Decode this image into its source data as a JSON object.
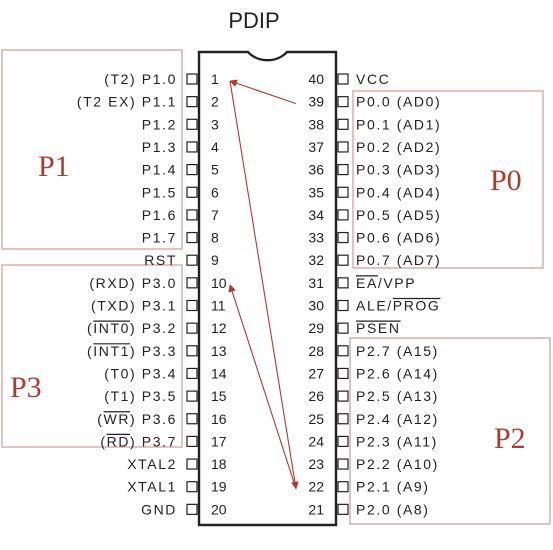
{
  "title": "PDIP",
  "colors": {
    "accent": "#b03a2e",
    "ink": "#222222",
    "box": "#d49a94"
  },
  "left_pins": [
    {
      "num": "1",
      "name": "P1.0",
      "alt": "(T2)"
    },
    {
      "num": "2",
      "name": "P1.1",
      "alt": "(T2 EX)"
    },
    {
      "num": "3",
      "name": "P1.2",
      "alt": ""
    },
    {
      "num": "4",
      "name": "P1.3",
      "alt": ""
    },
    {
      "num": "5",
      "name": "P1.4",
      "alt": ""
    },
    {
      "num": "6",
      "name": "P1.5",
      "alt": ""
    },
    {
      "num": "7",
      "name": "P1.6",
      "alt": ""
    },
    {
      "num": "8",
      "name": "P1.7",
      "alt": ""
    },
    {
      "num": "9",
      "name": "RST",
      "alt": ""
    },
    {
      "num": "10",
      "name": "P3.0",
      "alt": "(RXD)"
    },
    {
      "num": "11",
      "name": "P3.1",
      "alt": "(TXD)"
    },
    {
      "num": "12",
      "name": "P3.2",
      "alt": "(INT0)",
      "overline": "INT0"
    },
    {
      "num": "13",
      "name": "P3.3",
      "alt": "(INT1)",
      "overline": "INT1"
    },
    {
      "num": "14",
      "name": "P3.4",
      "alt": "(T0)"
    },
    {
      "num": "15",
      "name": "P3.5",
      "alt": "(T1)"
    },
    {
      "num": "16",
      "name": "P3.6",
      "alt": "(WR)",
      "overline": "WR"
    },
    {
      "num": "17",
      "name": "P3.7",
      "alt": "(RD)",
      "overline": "RD"
    },
    {
      "num": "18",
      "name": "XTAL2",
      "alt": ""
    },
    {
      "num": "19",
      "name": "XTAL1",
      "alt": ""
    },
    {
      "num": "20",
      "name": "GND",
      "alt": ""
    }
  ],
  "right_pins": [
    {
      "num": "40",
      "name": "VCC",
      "alt": ""
    },
    {
      "num": "39",
      "name": "P0.0",
      "alt": "(AD0)"
    },
    {
      "num": "38",
      "name": "P0.1",
      "alt": "(AD1)"
    },
    {
      "num": "37",
      "name": "P0.2",
      "alt": "(AD2)"
    },
    {
      "num": "36",
      "name": "P0.3",
      "alt": "(AD3)"
    },
    {
      "num": "35",
      "name": "P0.4",
      "alt": "(AD4)"
    },
    {
      "num": "34",
      "name": "P0.5",
      "alt": "(AD5)"
    },
    {
      "num": "33",
      "name": "P0.6",
      "alt": "(AD6)"
    },
    {
      "num": "32",
      "name": "P0.7",
      "alt": "(AD7)"
    },
    {
      "num": "31",
      "name": "EA/VPP",
      "alt": "",
      "overline": "EA"
    },
    {
      "num": "30",
      "name": "ALE/PROG",
      "alt": "",
      "overline": "PROG"
    },
    {
      "num": "29",
      "name": "PSEN",
      "alt": "",
      "overline": "PSEN"
    },
    {
      "num": "28",
      "name": "P2.7",
      "alt": "(A15)"
    },
    {
      "num": "27",
      "name": "P2.6",
      "alt": "(A14)"
    },
    {
      "num": "26",
      "name": "P2.5",
      "alt": "(A13)"
    },
    {
      "num": "25",
      "name": "P2.4",
      "alt": "(A12)"
    },
    {
      "num": "24",
      "name": "P2.3",
      "alt": "(A11)"
    },
    {
      "num": "23",
      "name": "P2.2",
      "alt": "(A10)"
    },
    {
      "num": "22",
      "name": "P2.1",
      "alt": "(A9)"
    },
    {
      "num": "21",
      "name": "P2.0",
      "alt": "(A8)"
    }
  ],
  "groups": {
    "p1": {
      "label": "P1"
    },
    "p0": {
      "label": "P0"
    },
    "p3": {
      "label": "P3"
    },
    "p2": {
      "label": "P2"
    }
  },
  "arrows": [
    {
      "from_pin": "39",
      "to_pin": "1"
    },
    {
      "from_pin": "1",
      "to_pin": "22"
    },
    {
      "from_pin": "22",
      "to_pin": "10"
    }
  ]
}
